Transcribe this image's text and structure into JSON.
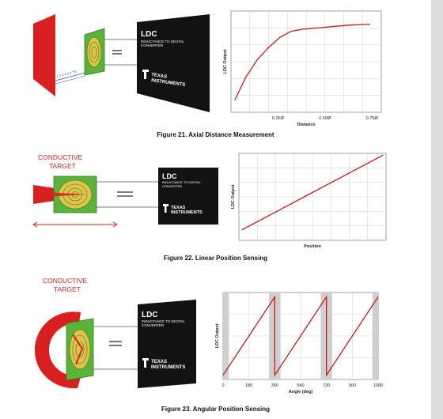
{
  "fig21": {
    "caption": "Figure 21.  Axial Distance Measurement",
    "ldc_title": "LDC",
    "ldc_sub1": "INDUCTANCE TO DIGITAL",
    "ldc_sub2": "CONVERTER",
    "ti_1": "TEXAS",
    "ti_2": "INSTRUMENTS",
    "ruler": "1 2 3 4 5 6 7 8",
    "chart_data": {
      "type": "line",
      "ylabel": "LDC Output",
      "xlabel": "Distance",
      "xticks": [
        "0.25Ø",
        "0.50Ø",
        "0.75Ø"
      ],
      "xtick_values": [
        0.25,
        0.5,
        0.75
      ],
      "xlim": [
        0,
        0.8
      ],
      "ylim": [
        0,
        1
      ],
      "grid": true,
      "series": [
        {
          "color": "#c41a1a",
          "x": [
            0.02,
            0.08,
            0.14,
            0.2,
            0.26,
            0.32,
            0.38,
            0.44,
            0.5,
            0.56,
            0.62,
            0.68,
            0.74
          ],
          "y": [
            0.12,
            0.35,
            0.52,
            0.64,
            0.74,
            0.8,
            0.82,
            0.83,
            0.84,
            0.85,
            0.86,
            0.865,
            0.87
          ]
        }
      ]
    }
  },
  "fig22": {
    "caption": "Figure 22.  Linear Position Sensing",
    "target_label_1": "CONDUCTIVE",
    "target_label_2": "TARGET",
    "ldc_title": "LDC",
    "ldc_sub1": "INDUCTANCE TO DIGITAL",
    "ldc_sub2": "CONVERTER",
    "ti_1": "TEXAS",
    "ti_2": "INSTRUMENTS",
    "chart_data": {
      "type": "line",
      "ylabel": "LDC Output",
      "xlabel": "Position",
      "xlim": [
        0,
        1
      ],
      "ylim": [
        0,
        1
      ],
      "grid": true,
      "series": [
        {
          "color": "#c41a1a",
          "x": [
            0.02,
            0.98
          ],
          "y": [
            0.12,
            0.98
          ]
        }
      ]
    }
  },
  "fig23": {
    "caption": "Figure 23.  Angular Position Sensing",
    "target_label_1": "CONDUCTIVE",
    "target_label_2": "TARGET",
    "ldc_title": "LDC",
    "ldc_sub1": "INDUCTANCE TO DIGITAL",
    "ldc_sub2": "CONVERTER",
    "ti_1": "TEXAS",
    "ti_2": "INSTRUMENTS",
    "chart_data": {
      "type": "line",
      "ylabel": "LDC Output",
      "xlabel": "Angle (deg)",
      "xticks": [
        "0",
        "180",
        "360",
        "540",
        "720",
        "900",
        "1080"
      ],
      "xtick_values": [
        0,
        180,
        360,
        540,
        720,
        900,
        1080
      ],
      "xlim": [
        0,
        1080
      ],
      "ylim": [
        0,
        1
      ],
      "grid": true,
      "shaded_bands": [
        [
          0,
          40
        ],
        [
          320,
          400
        ],
        [
          680,
          760
        ],
        [
          1040,
          1080
        ]
      ],
      "series": [
        {
          "color": "#c41a1a",
          "x": [
            0,
            360,
            360,
            720,
            720,
            1080
          ],
          "y": [
            0.05,
            0.95,
            0.05,
            0.95,
            0.05,
            0.95
          ]
        }
      ]
    }
  }
}
